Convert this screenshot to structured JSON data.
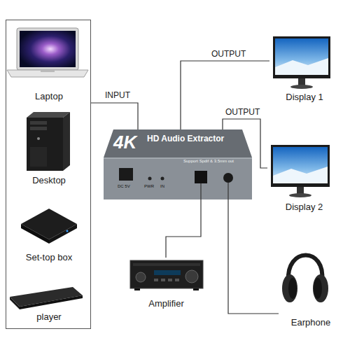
{
  "diagram": {
    "nodes": [
      {
        "text": []
      },
      {
        "text": [
          "Laptop"
        ],
        "in": 0
      },
      {
        "text": [
          "Desktop"
        ],
        "in": 0
      },
      {
        "text": [
          "Set-top box"
        ],
        "in": 0
      },
      {
        "text": [
          "player"
        ],
        "in": 0
      },
      {
        "text": [
          "4K",
          "HD Audio Extractor"
        ]
      },
      {
        "text": [
          "Display 1"
        ]
      },
      {
        "text": [
          "Display 2"
        ]
      },
      {
        "text": [
          "Amplifier"
        ]
      },
      {
        "text": [
          "Earphone"
        ]
      }
    ],
    "edges": [
      {
        "from": 0,
        "to": 5,
        "arrow": "none",
        "label": "INPUT"
      },
      {
        "from": 5,
        "to": 6,
        "arrow": "none",
        "label": "OUTPUT"
      },
      {
        "from": 5,
        "to": 7,
        "arrow": "none",
        "label": "OUTPUT"
      },
      {
        "from": 5,
        "to": 8,
        "arrow": "none"
      },
      {
        "from": 5,
        "to": 9,
        "arrow": "none"
      }
    ],
    "labels": [
      "Support Spdif & 3.5mm out",
      "DC 5V",
      "PWR",
      "IN"
    ]
  }
}
